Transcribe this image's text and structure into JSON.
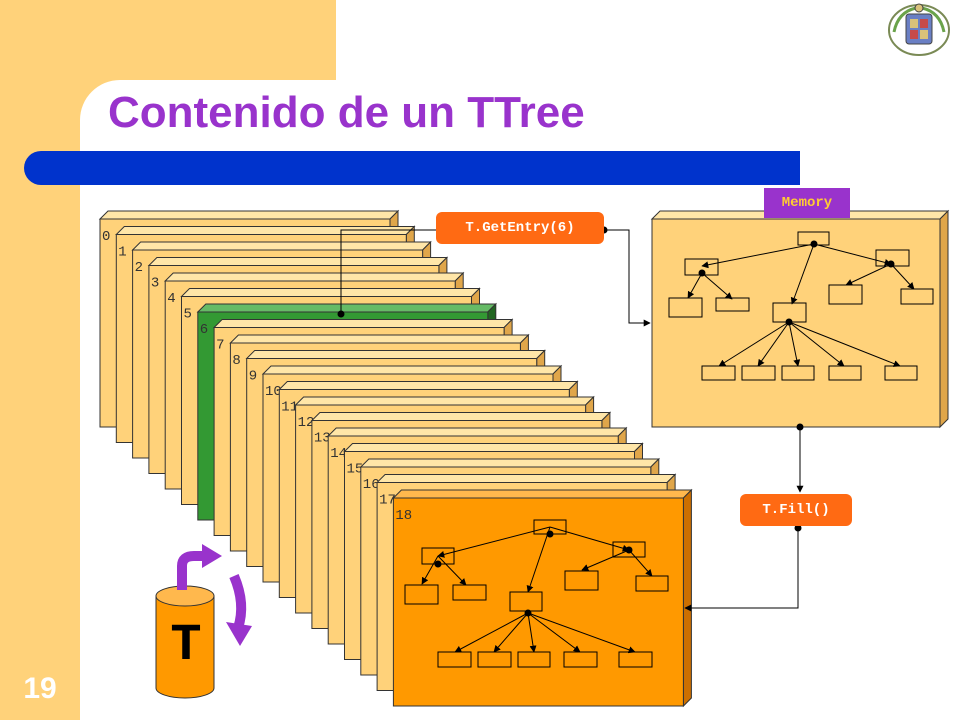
{
  "slide": {
    "title": "Contenido de un TTree",
    "page_number": "19"
  },
  "entries": {
    "labels": [
      "0",
      "1",
      "2",
      "3",
      "4",
      "5",
      "6",
      "7",
      "8",
      "9",
      "10",
      "11",
      "12",
      "13",
      "14",
      "15",
      "16",
      "17",
      "18"
    ],
    "selected_index": 6,
    "selected_color": "#339933",
    "card_color": "#ffd27a",
    "current_color": "#ff9900"
  },
  "labels": {
    "get_entry": "T.GetEntry(6)",
    "fill": "T.Fill()",
    "memory": "Memory",
    "tree": "T"
  },
  "colors": {
    "accent_purple": "#9933cc",
    "title_bar_blue": "#0033cc",
    "label_orange": "#ff6a13",
    "band_tan": "#ffd27a"
  },
  "icons": [
    "university-seal-logo",
    "database-cylinder-icon",
    "rotate-arrow-icon"
  ]
}
